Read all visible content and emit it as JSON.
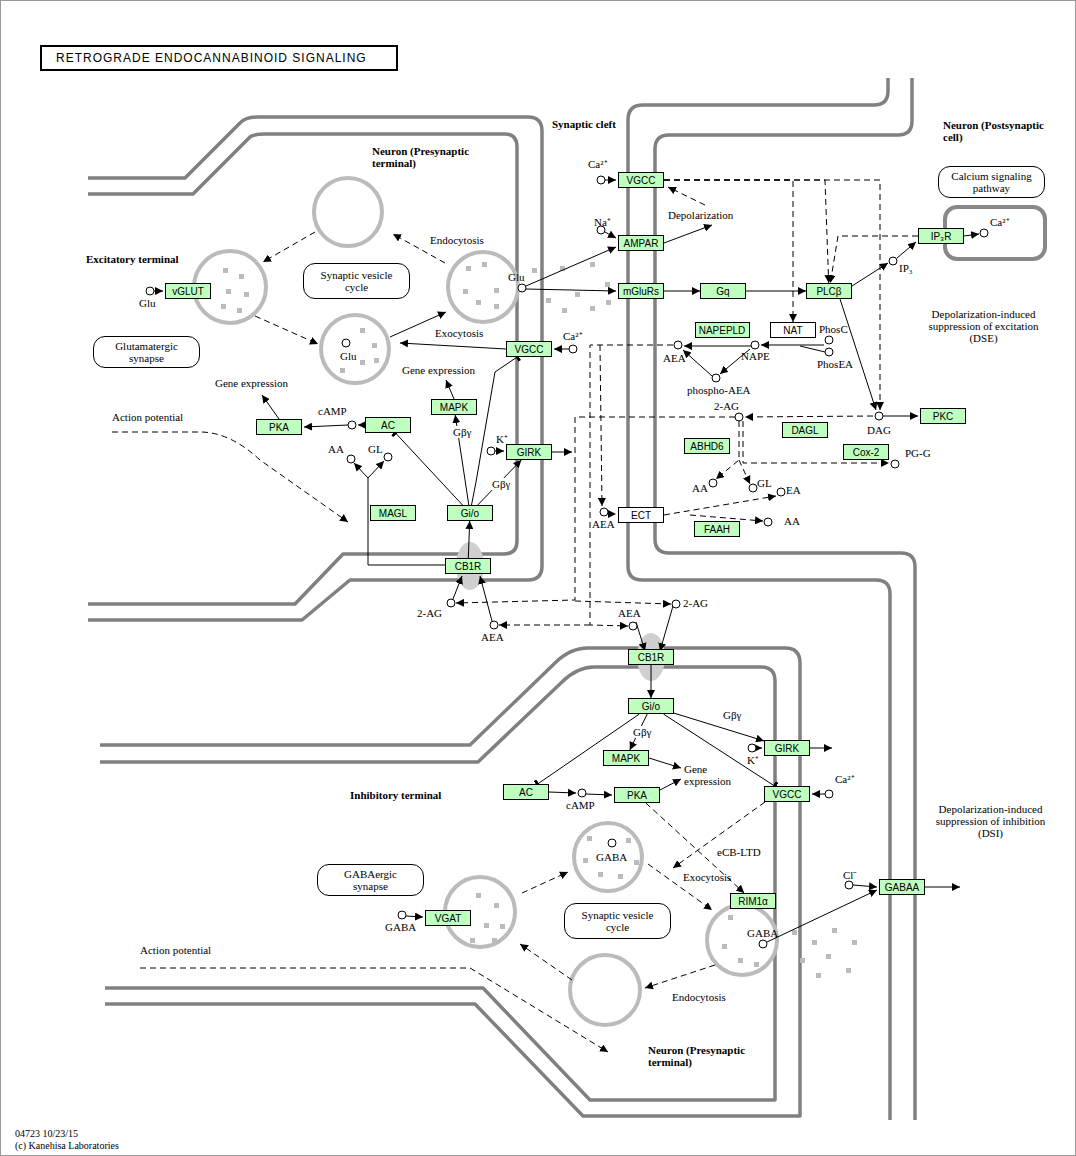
{
  "diagram": {
    "title": "RETROGRADE ENDOCANNABINOID SIGNALING",
    "nodes": [
      {
        "text": [
          "Calcium signaling pathway"
        ]
      },
      {
        "text": [
          "VGCC"
        ]
      },
      {
        "text": [
          "IP₃R"
        ]
      },
      {
        "text": [
          "AMPAR"
        ]
      },
      {
        "text": [
          "Synaptic vesicle cycle"
        ]
      },
      {
        "text": [
          "vGLUT"
        ]
      },
      {
        "text": [
          "mGluRs"
        ]
      },
      {
        "text": [
          "Gq"
        ]
      },
      {
        "text": [
          "PLCβ"
        ]
      },
      {
        "text": [
          "Glutamatergic synapse"
        ]
      },
      {
        "text": [
          "NAPEPLD"
        ]
      },
      {
        "text": [
          "NAT"
        ]
      },
      {
        "text": [
          "VGCC"
        ]
      },
      {
        "text": [
          "MAPK"
        ]
      },
      {
        "text": [
          "AC"
        ]
      },
      {
        "text": [
          "PKA"
        ]
      },
      {
        "text": [
          "DAGL"
        ]
      },
      {
        "text": [
          "PKC"
        ]
      },
      {
        "text": [
          "ABHD6"
        ]
      },
      {
        "text": [
          "GIRK"
        ]
      },
      {
        "text": [
          "Cox-2"
        ]
      },
      {
        "text": [
          "MAGL"
        ]
      },
      {
        "text": [
          "Gi/o"
        ]
      },
      {
        "text": [
          "ECT"
        ]
      },
      {
        "text": [
          "FAAH"
        ]
      },
      {
        "text": [
          "CB1R"
        ]
      },
      {
        "text": [
          "CB1R"
        ]
      },
      {
        "text": [
          "Gi/o"
        ]
      },
      {
        "text": [
          "MAPK"
        ]
      },
      {
        "text": [
          "GIRK"
        ]
      },
      {
        "text": [
          "AC"
        ]
      },
      {
        "text": [
          "PKA"
        ]
      },
      {
        "text": [
          "VGCC"
        ]
      },
      {
        "text": [
          "GABAergic synapse"
        ]
      },
      {
        "text": [
          "GABAA"
        ]
      },
      {
        "text": [
          "RIM1α"
        ]
      },
      {
        "text": [
          "VGAT"
        ]
      },
      {
        "text": [
          "Synaptic vesicle cycle"
        ]
      }
    ],
    "edges": [
      {
        "from": 6,
        "to": 7,
        "arrow": "to"
      },
      {
        "from": 7,
        "to": 8,
        "arrow": "to"
      },
      {
        "from": 1,
        "to": 8,
        "arrow": "to"
      },
      {
        "from": 1,
        "to": 11,
        "arrow": "to"
      },
      {
        "from": 2,
        "to": 8,
        "arrow": "to"
      },
      {
        "from": 25,
        "to": 22,
        "arrow": "to"
      },
      {
        "from": 22,
        "to": 13,
        "arrow": "to",
        "label": "Gβγ"
      },
      {
        "from": 22,
        "to": 14,
        "arrow": "to"
      },
      {
        "from": 22,
        "to": 12,
        "arrow": "to"
      },
      {
        "from": 22,
        "to": 19,
        "arrow": "to",
        "label": "Gβγ"
      },
      {
        "from": 26,
        "to": 27,
        "arrow": "to"
      },
      {
        "from": 27,
        "to": 28,
        "arrow": "to",
        "label": "Gβγ"
      },
      {
        "from": 27,
        "to": 29,
        "arrow": "to",
        "label": "Gβγ"
      },
      {
        "from": 27,
        "to": 30,
        "arrow": "to"
      },
      {
        "from": 27,
        "to": 32,
        "arrow": "to"
      },
      {
        "from": 31,
        "to": 35,
        "arrow": "to",
        "label": "eCB-LTD"
      }
    ],
    "labels": [
      "Synaptic cleft",
      "Neuron (Presynaptic terminal)",
      "Neuron (Postsynaptic cell)",
      "Excitatory terminal",
      "Glu",
      "Ca²⁺",
      "Na⁺",
      "Depolarization",
      "Glu",
      "Endocytosis",
      "Exocytosis",
      "Glu",
      "Ca²⁺",
      "IP₃",
      "Ca²⁺",
      "Depolarization-induced suppression of excitation (DSE)",
      "PhosC",
      "NAPE",
      "PhosEA",
      "AEA",
      "phospho-AEA",
      "Gene expression",
      "Gene expression",
      "cAMP",
      "2-AG",
      "DAG",
      "PG-G",
      "Action potential",
      "AA",
      "GL",
      "K⁺",
      "AA",
      "GL",
      "EA",
      "AA",
      "AEA",
      "2-AG",
      "AEA",
      "AEA",
      "2-AG",
      "Inhibitory terminal",
      "cAMP",
      "K⁺",
      "Gene expression",
      "Ca²⁺",
      "Depolarization-induced suppression of inhibition (DSI)",
      "Exocytosis",
      "GABA",
      "Cl⁻",
      "GABA",
      "GABA",
      "Action potential",
      "Endocytosis",
      "Neuron (Presynaptic terminal)",
      "04723 10/23/15",
      "(c) Kanehisa Laboratories"
    ]
  }
}
